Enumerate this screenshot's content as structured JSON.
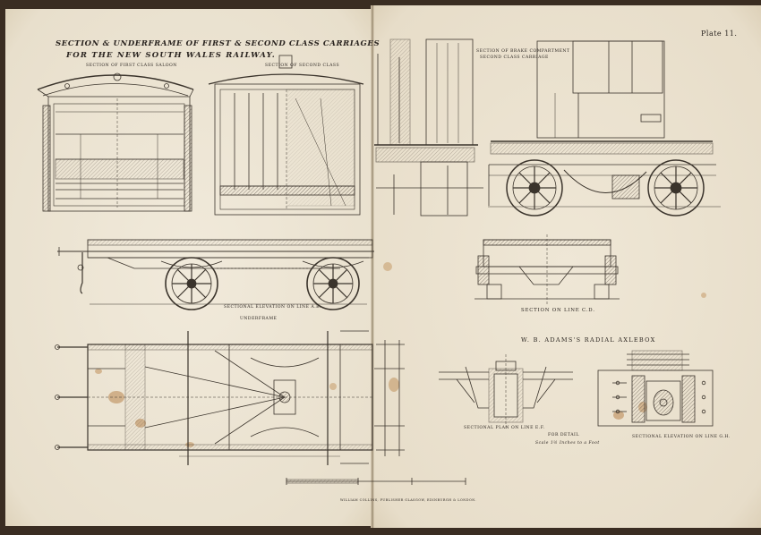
{
  "plate": {
    "number": "Plate 11.",
    "title_line1": "SECTION & UNDERFRAME OF FIRST & SECOND CLASS CARRIAGES",
    "title_line2": "FOR THE NEW SOUTH WALES RAILWAY.",
    "scale_note": "Scale 1½ Inches to a Foot",
    "publisher": "WILLIAM COLLINS, PUBLISHER GLASGOW, EDINBURGH & LONDON."
  },
  "labels": {
    "first_class_section": "SECTION OF FIRST CLASS SALOON",
    "second_class_section": "SECTION OF SECOND CLASS",
    "brake_section": "SECTION OF BRAKE COMPARTMENT",
    "brake_section_sub": "SECOND CLASS CARRIAGE",
    "sectional_elevation": "SECTIONAL ELEVATION ON LINE A.B.",
    "underframe": "UNDERFRAME",
    "section_cd": "SECTION ON LINE C.D.",
    "radial_axlebox": "W. B. ADAMS'S RADIAL AXLEBOX",
    "sectional_plan": "SECTIONAL PLAN ON LINE E.F.",
    "for_detail": "FOR DETAIL",
    "sectional_elevation_gh": "SECTIONAL ELEVATION ON LINE G.H."
  },
  "colors": {
    "paper": "#ece4d2",
    "ink": "#3b342c",
    "stain": "#b9854e"
  }
}
